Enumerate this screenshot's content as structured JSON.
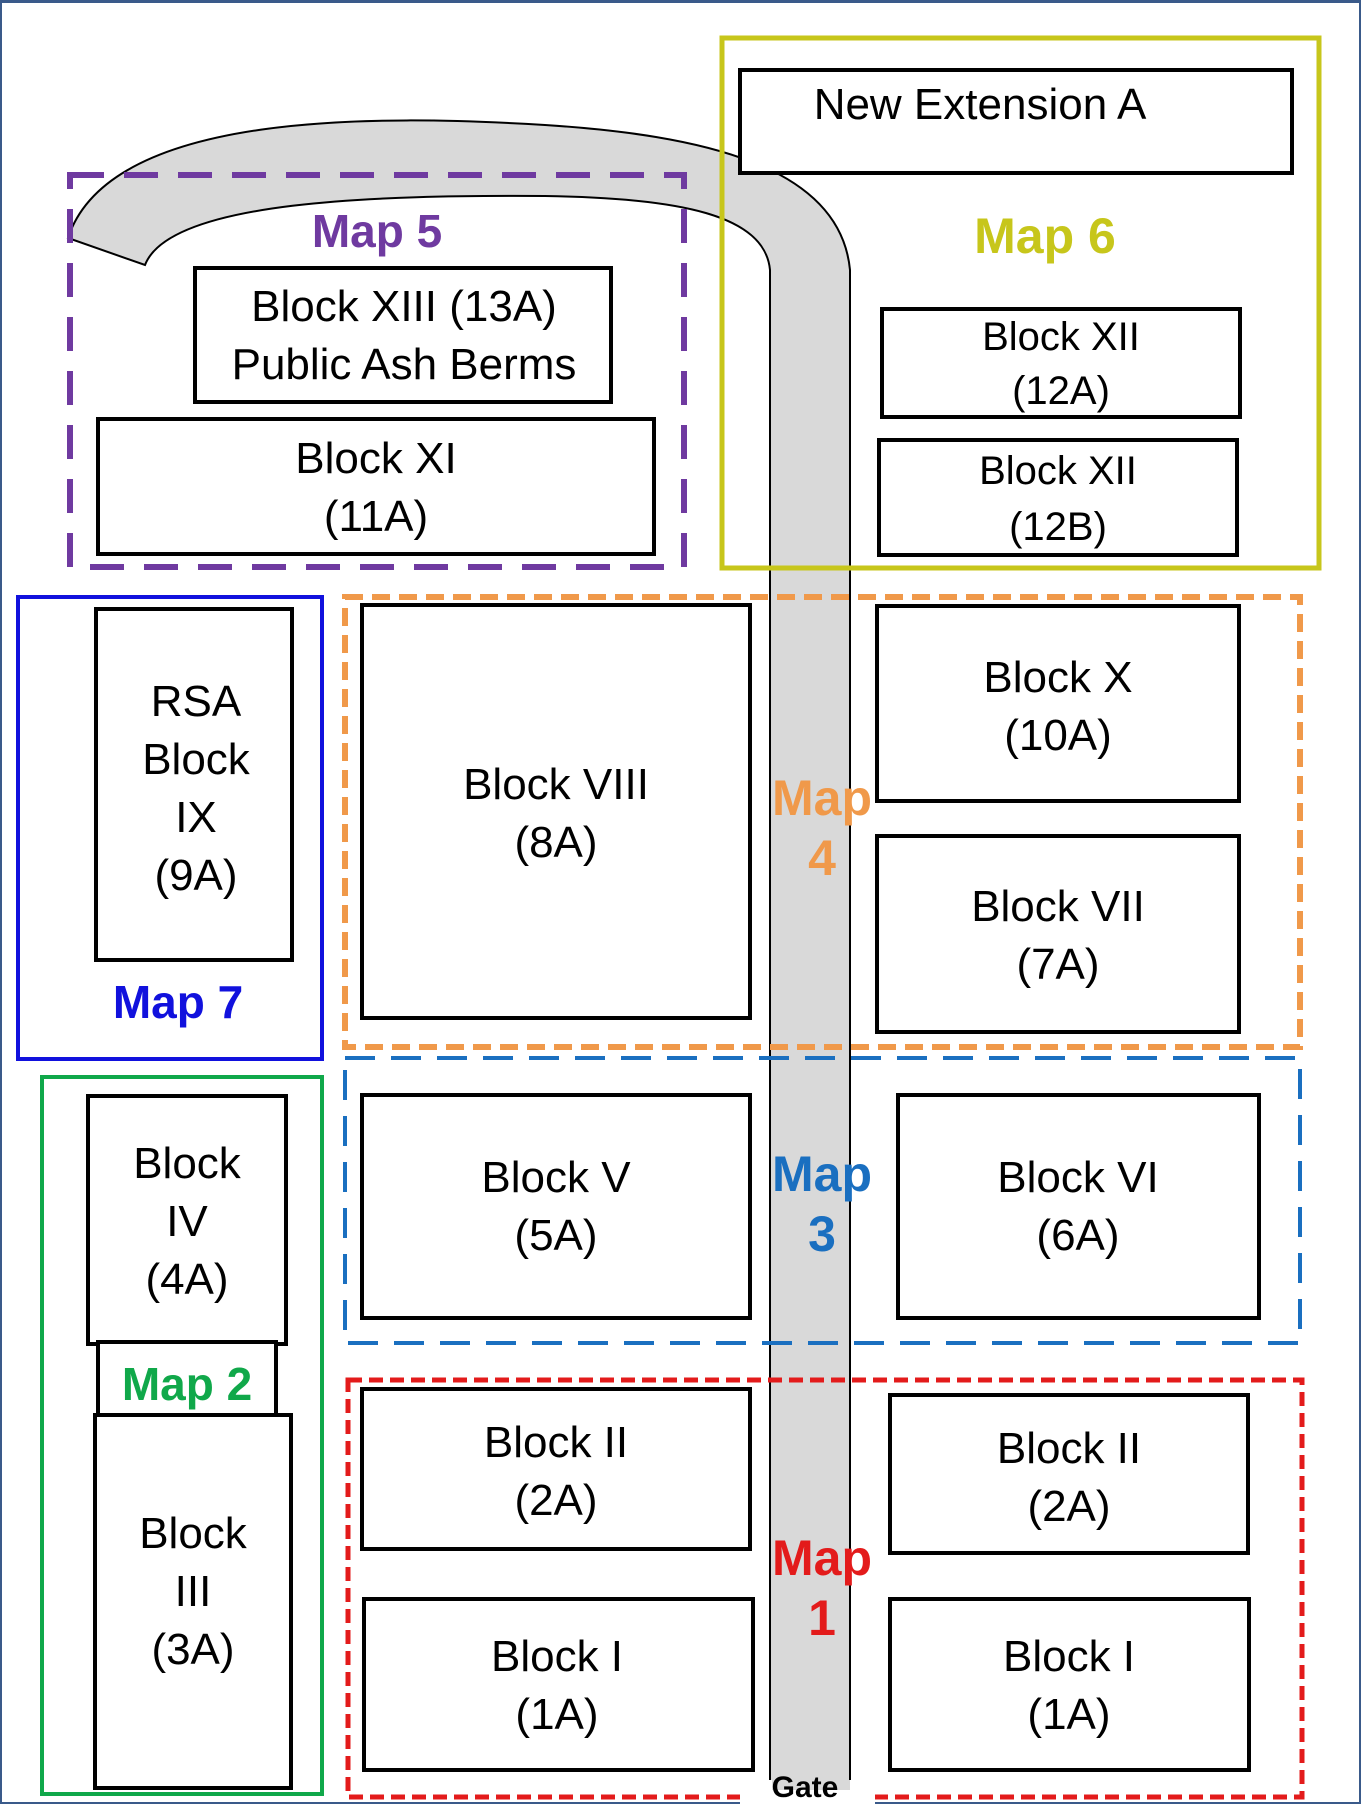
{
  "colors": {
    "map1": "#e31b1b",
    "map2": "#10a84a",
    "map3": "#1a6fc0",
    "map4": "#f0994a",
    "map5": "#6f3aa0",
    "map6": "#c7c61b",
    "map7": "#1111dd",
    "road": "#d9d9d9"
  },
  "maps": {
    "map1": {
      "line1": "Map",
      "line2": "1"
    },
    "map2": {
      "text": "Map 2"
    },
    "map3": {
      "line1": "Map",
      "line2": "3"
    },
    "map4": {
      "line1": "Map",
      "line2": "4"
    },
    "map5": {
      "text": "Map 5"
    },
    "map6": {
      "text": "Map 6"
    },
    "map7": {
      "text": "Map 7"
    }
  },
  "blocks": {
    "new_ext": {
      "line1": "New Extension A"
    },
    "b13a": {
      "line1": "Block XIII (13A)",
      "line2": "Public Ash Berms"
    },
    "b11a": {
      "line1": "Block XI",
      "line2": "(11A)"
    },
    "b12a": {
      "line1": "Block XII",
      "line2": "(12A)"
    },
    "b12b": {
      "line1": "Block XII",
      "line2": "(12B)"
    },
    "b9a": {
      "line1": "RSA",
      "line2": "Block",
      "line3": "IX",
      "line4": "(9A)"
    },
    "b8a": {
      "line1": "Block VIII",
      "line2": "(8A)"
    },
    "b10a": {
      "line1": "Block X",
      "line2": "(10A)"
    },
    "b7a": {
      "line1": "Block VII",
      "line2": "(7A)"
    },
    "b4a": {
      "line1": "Block",
      "line2": "IV",
      "line3": "(4A)"
    },
    "b5a": {
      "line1": "Block V",
      "line2": "(5A)"
    },
    "b6a": {
      "line1": "Block VI",
      "line2": "(6A)"
    },
    "b3a": {
      "line1": "Block",
      "line2": "III",
      "line3": "(3A)"
    },
    "b2a_left": {
      "line1": "Block II",
      "line2": "(2A)"
    },
    "b2a_right": {
      "line1": "Block II",
      "line2": "(2A)"
    },
    "b1a_left": {
      "line1": "Block I",
      "line2": "(1A)"
    },
    "b1a_right": {
      "line1": "Block I",
      "line2": "(1A)"
    }
  },
  "gate": {
    "label": "Gate"
  }
}
